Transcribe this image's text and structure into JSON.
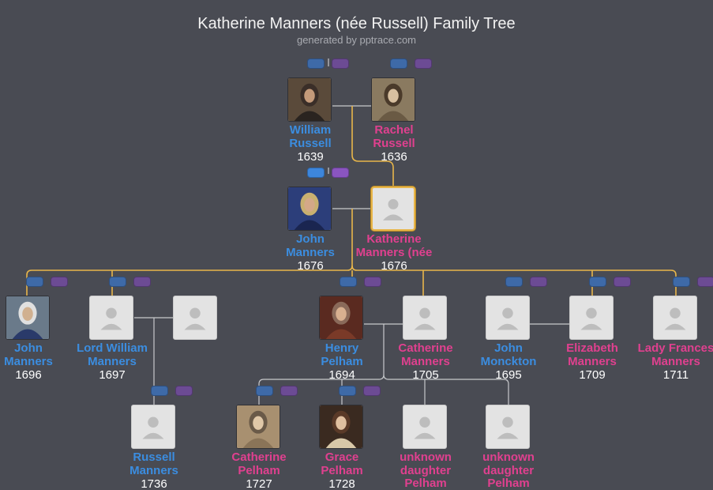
{
  "header": {
    "title": "Katherine Manners (née Russell) Family Tree",
    "subtitle": "generated by pptrace.com"
  },
  "colors": {
    "male": "#3b8de0",
    "female": "#e0408f",
    "focus_line": "#e8b64a",
    "line": "#c8c9cc",
    "background": "#494b53"
  },
  "people": [
    {
      "id": "william_russell",
      "name": "William Russell",
      "year": "1639",
      "sex": "m",
      "photo": "portrait"
    },
    {
      "id": "rachel_russell",
      "name": "Rachel Russell",
      "year": "1636",
      "sex": "f",
      "photo": "portrait"
    },
    {
      "id": "john_manners_1676",
      "name": "John Manners",
      "year": "1676",
      "sex": "m",
      "photo": "portrait"
    },
    {
      "id": "katherine_manners",
      "name": "Katherine Manners (née",
      "year": "1676",
      "sex": "f",
      "photo": "blank"
    },
    {
      "id": "john_manners_1696",
      "name": "John Manners",
      "year": "1696",
      "sex": "m",
      "photo": "portrait"
    },
    {
      "id": "lord_william_manners",
      "name": "Lord William Manners",
      "year": "1697",
      "sex": "m",
      "photo": "blank"
    },
    {
      "id": "spouse_unknown",
      "name": "",
      "year": "",
      "sex": "f",
      "photo": "blank"
    },
    {
      "id": "henry_pelham",
      "name": "Henry Pelham",
      "year": "1694",
      "sex": "m",
      "photo": "portrait"
    },
    {
      "id": "catherine_manners",
      "name": "Catherine Manners",
      "year": "1705",
      "sex": "f",
      "photo": "blank"
    },
    {
      "id": "john_monckton",
      "name": "John Monckton",
      "year": "1695",
      "sex": "m",
      "photo": "blank"
    },
    {
      "id": "elizabeth_manners",
      "name": "Elizabeth Manners",
      "year": "1709",
      "sex": "f",
      "photo": "blank"
    },
    {
      "id": "lady_frances_manners",
      "name": "Lady Frances Manners",
      "year": "1711",
      "sex": "f",
      "photo": "blank"
    },
    {
      "id": "russell_manners",
      "name": "Russell Manners",
      "year": "1736",
      "sex": "m",
      "photo": "blank"
    },
    {
      "id": "catherine_pelham",
      "name": "Catherine Pelham",
      "year": "1727",
      "sex": "f",
      "photo": "portrait"
    },
    {
      "id": "grace_pelham",
      "name": "Grace Pelham",
      "year": "1728",
      "sex": "f",
      "photo": "portrait"
    },
    {
      "id": "unknown_daughter_1",
      "name": "unknown daughter Pelham",
      "year": "",
      "sex": "f",
      "photo": "blank"
    },
    {
      "id": "unknown_daughter_2",
      "name": "unknown daughter Pelham",
      "year": "",
      "sex": "f",
      "photo": "blank"
    }
  ]
}
